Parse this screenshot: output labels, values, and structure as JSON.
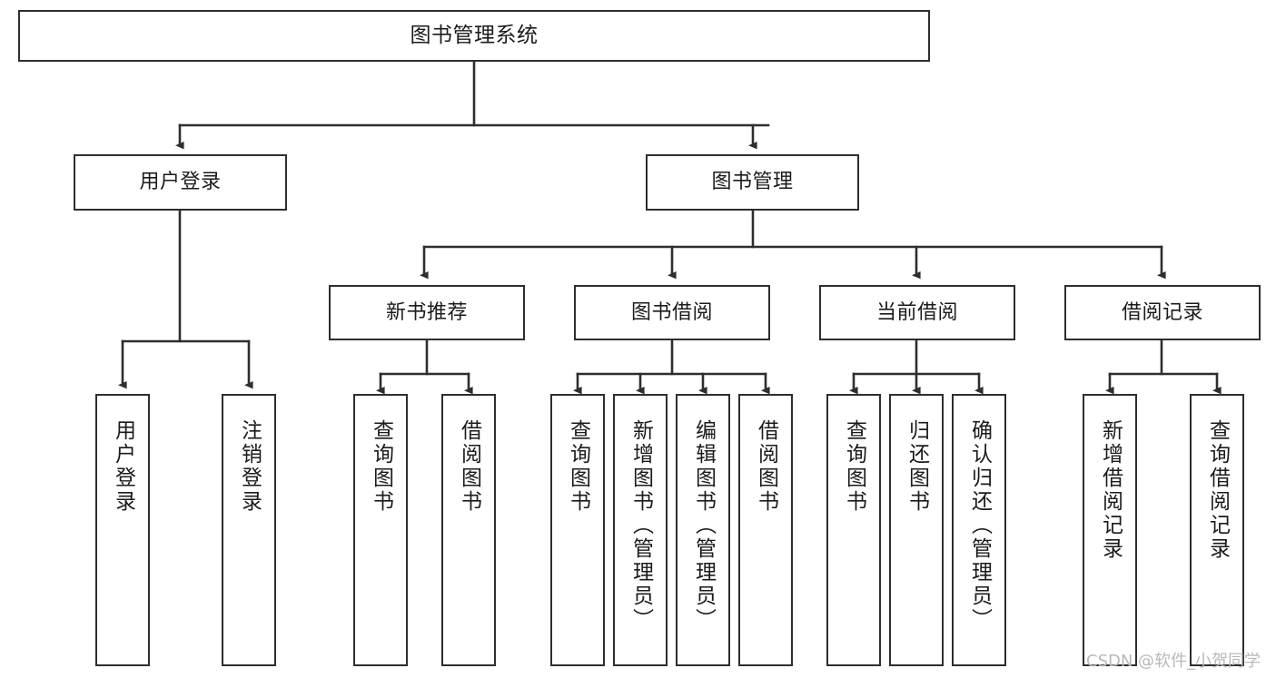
{
  "diagram": {
    "title": "图书管理系统",
    "type": "tree-hierarchy-chart",
    "root": {
      "label": "图书管理系统"
    },
    "level2": [
      {
        "label": "用户登录"
      },
      {
        "label": "图书管理"
      }
    ],
    "level3": [
      {
        "label": "新书推荐"
      },
      {
        "label": "图书借阅"
      },
      {
        "label": "当前借阅"
      },
      {
        "label": "借阅记录"
      }
    ],
    "leaves": {
      "user_login": [
        {
          "label": "用户登录"
        },
        {
          "label": "注销登录"
        }
      ],
      "new_book_recommend": [
        {
          "label": "查询图书"
        },
        {
          "label": "借阅图书"
        }
      ],
      "book_borrow": [
        {
          "label": "查询图书"
        },
        {
          "label": "新增图书（管理员）"
        },
        {
          "label": "编辑图书（管理员）"
        },
        {
          "label": "借阅图书"
        }
      ],
      "current_borrow": [
        {
          "label": "查询图书"
        },
        {
          "label": "归还图书"
        },
        {
          "label": "确认归还（管理员）"
        }
      ],
      "borrow_record": [
        {
          "label": "新增借阅记录"
        },
        {
          "label": "查询借阅记录"
        }
      ]
    }
  },
  "watermark": {
    "text": "CSDN @软件_小贺同学"
  },
  "colors": {
    "border": "#2e2e2e",
    "background": "#ffffff",
    "text": "#1b1b1b",
    "watermark": "#b9b9b9"
  }
}
